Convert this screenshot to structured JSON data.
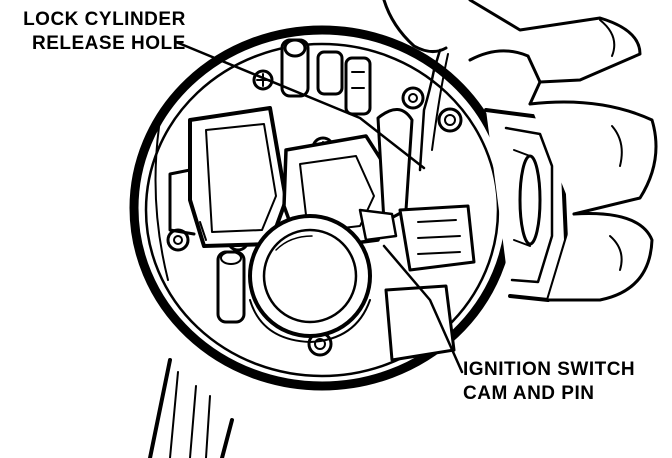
{
  "labels": {
    "lock_cylinder_release_hole": [
      "LOCK CYLINDER",
      "RELEASE HOLE"
    ],
    "ignition_switch_cam_and_pin": [
      "IGNITION SWITCH",
      "CAM AND PIN"
    ]
  },
  "colors": {
    "ink": "#000000",
    "paper": "#ffffff"
  }
}
